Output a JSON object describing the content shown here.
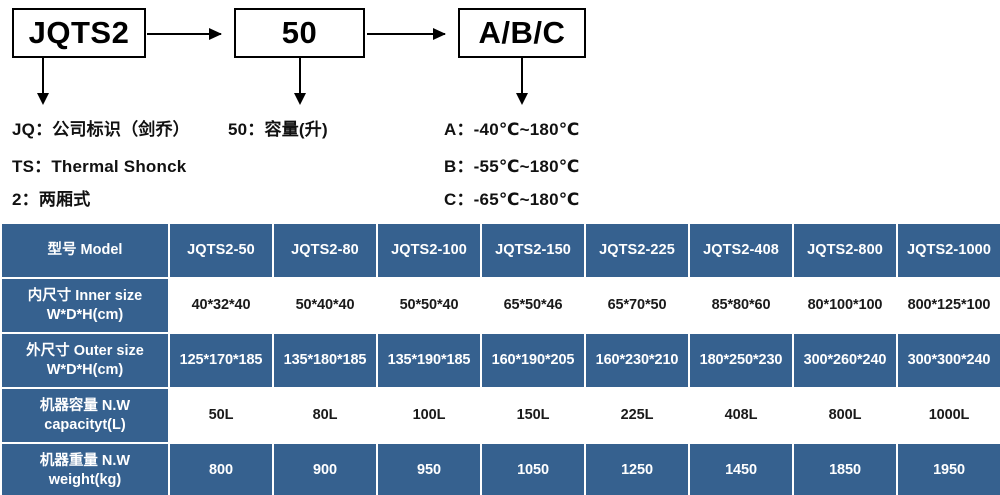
{
  "diagram": {
    "boxes": {
      "prefix": "JQTS2",
      "capacity": "50",
      "temp": "A/B/C"
    },
    "legend": {
      "jq": "JQ：公司标识（剑乔）",
      "ts": "TS：Thermal Shonck",
      "two": "2：两厢式",
      "capacity": "50：容量(升)",
      "temp_a": "A：-40℃~180℃",
      "temp_b": "B：-55℃~180℃",
      "temp_c": "C：-65℃~180℃"
    }
  },
  "colors": {
    "table_blue": "#36618f",
    "table_white": "#ffffff",
    "text_on_blue": "#ffffff",
    "text_on_white": "#1a1a1a",
    "box_border": "#000000"
  },
  "table": {
    "header": {
      "label": "型号 Model",
      "models": [
        "JQTS2-50",
        "JQTS2-80",
        "JQTS2-100",
        "JQTS2-150",
        "JQTS2-225",
        "JQTS2-408",
        "JQTS2-800",
        "JQTS2-1000"
      ]
    },
    "rows": [
      {
        "label_line1": "内尺寸 Inner size",
        "label_line2": "W*D*H(cm)",
        "style": "white",
        "values": [
          "40*32*40",
          "50*40*40",
          "50*50*40",
          "65*50*46",
          "65*70*50",
          "85*80*60",
          "80*100*100",
          "800*125*100"
        ]
      },
      {
        "label_line1": "外尺寸 Outer size",
        "label_line2": "W*D*H(cm)",
        "style": "blue",
        "values": [
          "125*170*185",
          "135*180*185",
          "135*190*185",
          "160*190*205",
          "160*230*210",
          "180*250*230",
          "300*260*240",
          "300*300*240"
        ]
      },
      {
        "label_line1": "机器容量 N.W",
        "label_line2": "capacityt(L)",
        "style": "white",
        "values": [
          "50L",
          "80L",
          "100L",
          "150L",
          "225L",
          "408L",
          "800L",
          "1000L"
        ]
      },
      {
        "label_line1": "机器重量 N.W",
        "label_line2": "weight(kg)",
        "style": "blue",
        "values": [
          "800",
          "900",
          "950",
          "1050",
          "1250",
          "1450",
          "1850",
          "1950"
        ]
      }
    ]
  }
}
